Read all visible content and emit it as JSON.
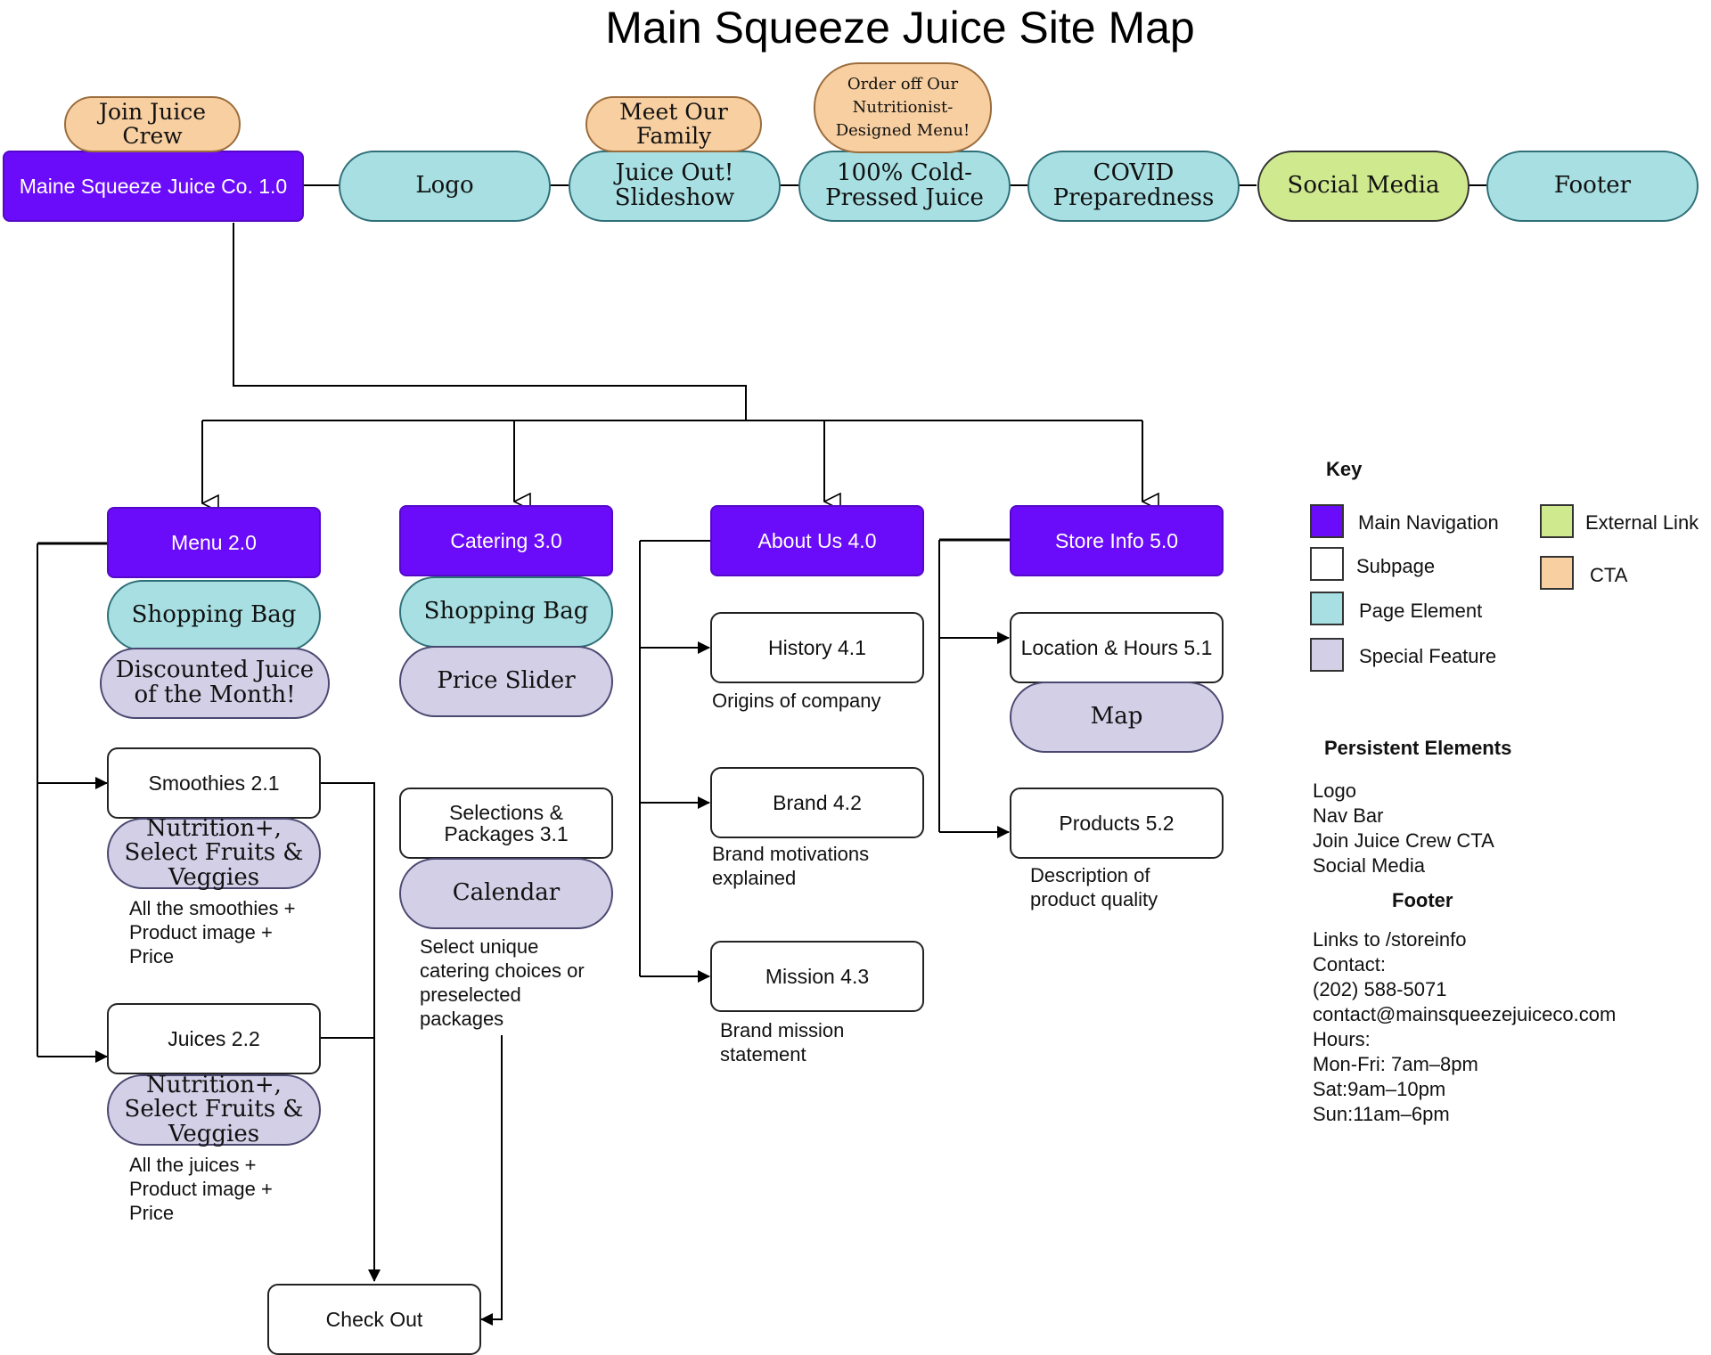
{
  "title": "Main Squeeze Juice Site Map",
  "nodes": {
    "home": "Maine Squeeze Juice Co. 1.0",
    "logo": "Logo",
    "slideshow": "Juice Out! Slideshow",
    "cold_pressed": "100% Cold-Pressed Juice",
    "covid": "COVID Preparedness",
    "social_media": "Social Media",
    "footer": "Footer",
    "join_crew": "Join Juice Crew",
    "meet_family": "Meet Our Family",
    "order_menu": "Order off Our Nutritionist-Designed Menu!",
    "menu": "Menu 2.0",
    "menu_bag": "Shopping Bag",
    "menu_discount": "Discounted Juice of the Month!",
    "smoothies": "Smoothies 2.1",
    "smoothies_nutrition": "Nutrition+, Select Fruits & Veggies",
    "juices": "Juices 2.2",
    "juices_nutrition": "Nutrition+, Select Fruits & Veggies",
    "checkout": "Check Out",
    "catering": "Catering 3.0",
    "catering_bag": "Shopping Bag",
    "price_slider": "Price Slider",
    "selections": "Selections & Packages 3.1",
    "calendar": "Calendar",
    "about": "About Us 4.0",
    "history": "History 4.1",
    "brand": "Brand 4.2",
    "mission": "Mission 4.3",
    "store": "Store Info 5.0",
    "location": "Location & Hours 5.1",
    "map": "Map",
    "products": "Products 5.2"
  },
  "notes": {
    "smoothies_desc": "All the smoothies +\nProduct image +\nPrice",
    "juices_desc": "All the juices +\nProduct image +\nPrice",
    "selections_desc": "Select unique\ncatering choices or\npreselected\npackages",
    "history_desc": "Origins of company",
    "brand_desc": "Brand motivations\nexplained",
    "mission_desc": "Brand mission\nstatement",
    "products_desc": "Description of\nproduct quality"
  },
  "key": {
    "heading": "Key",
    "main_navigation": "Main Navigation",
    "subpage": "Subpage",
    "page_element": "Page Element",
    "special_feature": "Special Feature",
    "external_link": "External Link",
    "cta": "CTA"
  },
  "persistent": {
    "heading": "Persistent Elements",
    "items": "Logo\nNav Bar\nJoin Juice Crew CTA\nSocial Media"
  },
  "footer_info": {
    "heading": "Footer",
    "text": "Links to /storeinfo\nContact:\n(202) 588-5071\ncontact@mainsqueezejuiceco.com\nHours:\nMon-Fri: 7am–8pm\nSat:9am–10pm\nSun:11am–6pm"
  },
  "colors": {
    "main_navigation": "#6a0bfa",
    "subpage": "#ffffff",
    "page_element": "#a7dfe2",
    "special_feature": "#d2cfe6",
    "external_link": "#cfe98e",
    "cta": "#f8cfa0"
  }
}
